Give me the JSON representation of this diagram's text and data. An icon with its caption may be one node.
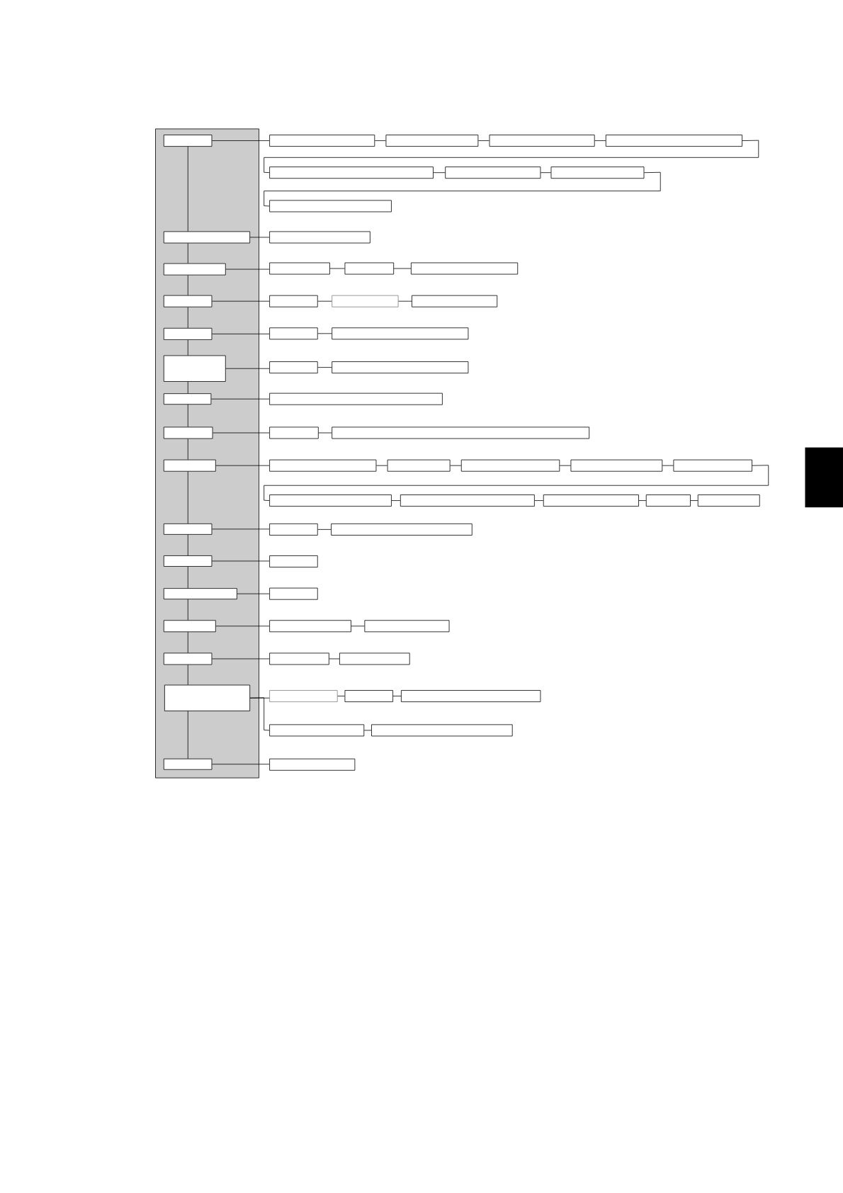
{
  "diagram": {
    "nodes": [
      {
        "text": [],
        "shape": "box"
      },
      {
        "text": [],
        "shape": "box",
        "in": 0
      },
      {
        "text": [],
        "shape": "box"
      },
      {
        "text": [],
        "shape": "box"
      },
      {
        "text": [],
        "shape": "box"
      },
      {
        "text": [],
        "shape": "box"
      },
      {
        "text": [],
        "shape": "box"
      },
      {
        "text": [],
        "shape": "box"
      },
      {
        "text": [],
        "shape": "box"
      },
      {
        "text": [],
        "shape": "box"
      },
      {
        "text": [],
        "shape": "box",
        "in": 0
      },
      {
        "text": [],
        "shape": "box"
      },
      {
        "text": [],
        "shape": "box",
        "in": 0
      },
      {
        "text": [],
        "shape": "box"
      },
      {
        "text": [],
        "shape": "box"
      },
      {
        "text": [],
        "shape": "box"
      },
      {
        "text": [],
        "shape": "box",
        "in": 0
      },
      {
        "text": [],
        "shape": "box"
      },
      {
        "text": [],
        "shape": "box"
      },
      {
        "text": [],
        "shape": "box"
      },
      {
        "text": [],
        "shape": "box",
        "in": 0
      },
      {
        "text": [],
        "shape": "box"
      },
      {
        "text": [],
        "shape": "box"
      },
      {
        "text": [],
        "shape": "box",
        "in": 0
      },
      {
        "text": [],
        "shape": "box"
      },
      {
        "text": [],
        "shape": "box"
      },
      {
        "text": [],
        "shape": "box",
        "in": 0
      },
      {
        "text": [],
        "shape": "box"
      },
      {
        "text": [],
        "shape": "box",
        "in": 0
      },
      {
        "text": [],
        "shape": "box"
      },
      {
        "text": [],
        "shape": "box"
      },
      {
        "text": [],
        "shape": "box",
        "in": 0
      },
      {
        "text": [],
        "shape": "box"
      },
      {
        "text": [],
        "shape": "box"
      },
      {
        "text": [],
        "shape": "box"
      },
      {
        "text": [],
        "shape": "box"
      },
      {
        "text": [],
        "shape": "box"
      },
      {
        "text": [],
        "shape": "box"
      },
      {
        "text": [],
        "shape": "box"
      },
      {
        "text": [],
        "shape": "box"
      },
      {
        "text": [],
        "shape": "box"
      },
      {
        "text": [],
        "shape": "box"
      },
      {
        "text": [],
        "shape": "box",
        "in": 0
      },
      {
        "text": [],
        "shape": "box"
      },
      {
        "text": [],
        "shape": "box"
      },
      {
        "text": [],
        "shape": "box",
        "in": 0
      },
      {
        "text": [],
        "shape": "box"
      },
      {
        "text": [],
        "shape": "box",
        "in": 0
      },
      {
        "text": [],
        "shape": "box"
      },
      {
        "text": [],
        "shape": "box",
        "in": 0
      },
      {
        "text": [],
        "shape": "box"
      },
      {
        "text": [],
        "shape": "box"
      },
      {
        "text": [],
        "shape": "box",
        "in": 0
      },
      {
        "text": [],
        "shape": "box"
      },
      {
        "text": [],
        "shape": "box"
      },
      {
        "text": [],
        "shape": "box",
        "in": 0
      },
      {
        "text": [],
        "shape": "box"
      },
      {
        "text": [],
        "shape": "box"
      },
      {
        "text": [],
        "shape": "box"
      },
      {
        "text": [],
        "shape": "box"
      },
      {
        "text": [],
        "shape": "box"
      },
      {
        "text": [],
        "shape": "box",
        "in": 0
      },
      {
        "text": [],
        "shape": "box"
      }
    ],
    "edges": [
      {
        "from": 1,
        "to": 10,
        "arrow": "none"
      },
      {
        "from": 10,
        "to": 12,
        "arrow": "none"
      },
      {
        "from": 12,
        "to": 16,
        "arrow": "none"
      },
      {
        "from": 16,
        "to": 20,
        "arrow": "none"
      },
      {
        "from": 20,
        "to": 23,
        "arrow": "none"
      },
      {
        "from": 23,
        "to": 26,
        "arrow": "none"
      },
      {
        "from": 26,
        "to": 28,
        "arrow": "none"
      },
      {
        "from": 28,
        "to": 31,
        "arrow": "none"
      },
      {
        "from": 31,
        "to": 42,
        "arrow": "none"
      },
      {
        "from": 42,
        "to": 45,
        "arrow": "none"
      },
      {
        "from": 45,
        "to": 47,
        "arrow": "none"
      },
      {
        "from": 47,
        "to": 49,
        "arrow": "none"
      },
      {
        "from": 49,
        "to": 52,
        "arrow": "none"
      },
      {
        "from": 52,
        "to": 55,
        "arrow": "none"
      },
      {
        "from": 55,
        "to": 61,
        "arrow": "none"
      },
      {
        "from": 1,
        "to": 2,
        "arrow": "none"
      },
      {
        "from": 10,
        "to": 11,
        "arrow": "none"
      },
      {
        "from": 12,
        "to": 13,
        "arrow": "none"
      },
      {
        "from": 16,
        "to": 17,
        "arrow": "none"
      },
      {
        "from": 20,
        "to": 21,
        "arrow": "none"
      },
      {
        "from": 23,
        "to": 24,
        "arrow": "none"
      },
      {
        "from": 26,
        "to": 27,
        "arrow": "none"
      },
      {
        "from": 28,
        "to": 29,
        "arrow": "none"
      },
      {
        "from": 31,
        "to": 32,
        "arrow": "none"
      },
      {
        "from": 42,
        "to": 43,
        "arrow": "none"
      },
      {
        "from": 45,
        "to": 46,
        "arrow": "none"
      },
      {
        "from": 47,
        "to": 48,
        "arrow": "none"
      },
      {
        "from": 49,
        "to": 50,
        "arrow": "none"
      },
      {
        "from": 52,
        "to": 53,
        "arrow": "none"
      },
      {
        "from": 55,
        "to": 56,
        "arrow": "none"
      },
      {
        "from": 55,
        "to": 59,
        "arrow": "none"
      },
      {
        "from": 61,
        "to": 62,
        "arrow": "none"
      },
      {
        "from": 2,
        "to": 3,
        "arrow": "none"
      },
      {
        "from": 3,
        "to": 4,
        "arrow": "none"
      },
      {
        "from": 4,
        "to": 5,
        "arrow": "none"
      },
      {
        "from": 5,
        "to": 6,
        "arrow": "none"
      },
      {
        "from": 6,
        "to": 7,
        "arrow": "none"
      },
      {
        "from": 7,
        "to": 8,
        "arrow": "none"
      },
      {
        "from": 8,
        "to": 9,
        "arrow": "none"
      },
      {
        "from": 13,
        "to": 14,
        "arrow": "none"
      },
      {
        "from": 14,
        "to": 15,
        "arrow": "none"
      },
      {
        "from": 17,
        "to": 18,
        "arrow": "none"
      },
      {
        "from": 18,
        "to": 19,
        "arrow": "none"
      },
      {
        "from": 21,
        "to": 22,
        "arrow": "none"
      },
      {
        "from": 24,
        "to": 25,
        "arrow": "none"
      },
      {
        "from": 29,
        "to": 30,
        "arrow": "none"
      },
      {
        "from": 32,
        "to": 33,
        "arrow": "none"
      },
      {
        "from": 33,
        "to": 34,
        "arrow": "none"
      },
      {
        "from": 34,
        "to": 35,
        "arrow": "none"
      },
      {
        "from": 35,
        "to": 36,
        "arrow": "none"
      },
      {
        "from": 36,
        "to": 37,
        "arrow": "none"
      },
      {
        "from": 37,
        "to": 38,
        "arrow": "none"
      },
      {
        "from": 38,
        "to": 39,
        "arrow": "none"
      },
      {
        "from": 39,
        "to": 40,
        "arrow": "none"
      },
      {
        "from": 40,
        "to": 41,
        "arrow": "none"
      },
      {
        "from": 43,
        "to": 44,
        "arrow": "none"
      },
      {
        "from": 50,
        "to": 51,
        "arrow": "none"
      },
      {
        "from": 53,
        "to": 54,
        "arrow": "none"
      },
      {
        "from": 56,
        "to": 57,
        "arrow": "none"
      },
      {
        "from": 57,
        "to": 58,
        "arrow": "none"
      },
      {
        "from": 59,
        "to": 60,
        "arrow": "none"
      }
    ]
  }
}
